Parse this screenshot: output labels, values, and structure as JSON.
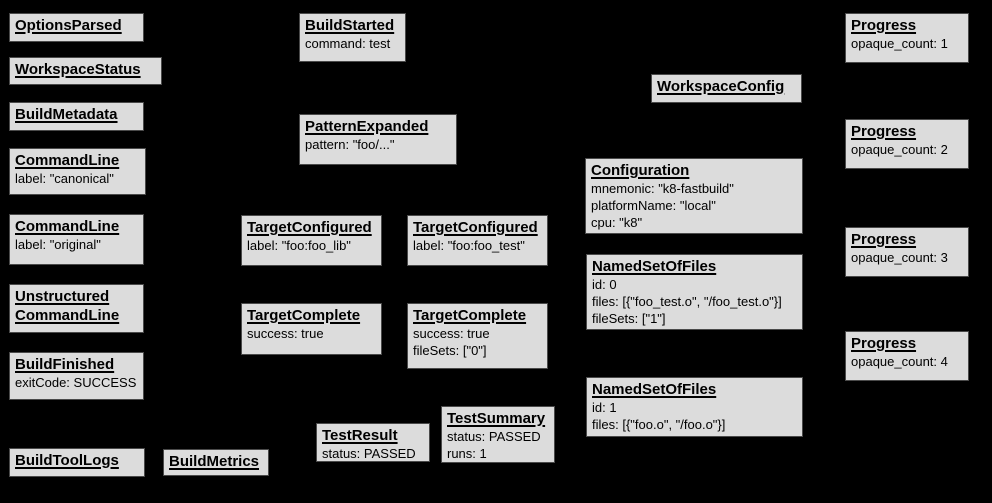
{
  "colors": {
    "background": "#000000",
    "node_fill": "#dcdcdc",
    "node_border": "#4a4a4a",
    "text": "#000000"
  },
  "nodes": [
    {
      "title": "OptionsParsed",
      "attrs": []
    },
    {
      "title": "WorkspaceStatus",
      "attrs": []
    },
    {
      "title": "BuildMetadata",
      "attrs": []
    },
    {
      "title": "CommandLine",
      "attrs": [
        "label: \"canonical\""
      ]
    },
    {
      "title": "CommandLine",
      "attrs": [
        "label: \"original\""
      ]
    },
    {
      "title": "Unstructured\nCommandLine",
      "attrs": []
    },
    {
      "title": "BuildFinished",
      "attrs": [
        "exitCode: SUCCESS"
      ]
    },
    {
      "title": "BuildToolLogs",
      "attrs": []
    },
    {
      "title": "BuildMetrics",
      "attrs": []
    },
    {
      "title": "BuildStarted",
      "attrs": [
        "command: test"
      ]
    },
    {
      "title": "PatternExpanded",
      "attrs": [
        "pattern: \"foo/...\""
      ]
    },
    {
      "title": "TargetConfigured",
      "attrs": [
        "label: \"foo:foo_lib\""
      ]
    },
    {
      "title": "TargetConfigured",
      "attrs": [
        "label: \"foo:foo_test\""
      ]
    },
    {
      "title": "TargetComplete",
      "attrs": [
        "success: true"
      ]
    },
    {
      "title": "TargetComplete",
      "attrs": [
        "success: true",
        "fileSets: [\"0\"]"
      ]
    },
    {
      "title": "TestResult",
      "attrs": [
        "status: PASSED"
      ]
    },
    {
      "title": "TestSummary",
      "attrs": [
        "status: PASSED",
        "runs: 1"
      ]
    },
    {
      "title": "WorkspaceConfig",
      "attrs": []
    },
    {
      "title": "Configuration",
      "attrs": [
        "mnemonic: \"k8-fastbuild\"",
        "platformName: \"local\"",
        "cpu: \"k8\""
      ]
    },
    {
      "title": "NamedSetOfFiles",
      "attrs": [
        "id: 0",
        "files: [{\"foo_test.o\", \"/foo_test.o\"}]",
        "fileSets: [\"1\"]"
      ]
    },
    {
      "title": "NamedSetOfFiles",
      "attrs": [
        "id: 1",
        "files: [{\"foo.o\", \"/foo.o\"}]"
      ]
    },
    {
      "title": "Progress",
      "attrs": [
        "opaque_count: 1"
      ]
    },
    {
      "title": "Progress",
      "attrs": [
        "opaque_count: 2"
      ]
    },
    {
      "title": "Progress",
      "attrs": [
        "opaque_count: 3"
      ]
    },
    {
      "title": "Progress",
      "attrs": [
        "opaque_count: 4"
      ]
    }
  ]
}
